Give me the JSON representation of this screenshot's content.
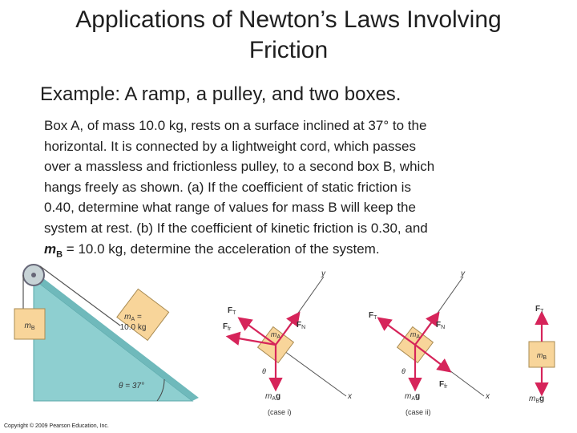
{
  "slide": {
    "title_line1": "Applications of Newton’s Laws Involving",
    "title_line2": "Friction",
    "subtitle": "Example: A ramp, a pulley, and two boxes.",
    "body_lines": [
      "Box A, of mass 10.0 kg, rests on a surface inclined at 37° to the",
      "horizontal. It is connected by a lightweight cord, which passes",
      "over a massless and frictionless pulley, to a second box B, which",
      "hangs freely as shown. (a) If the coefficient of static friction is",
      "0.40, determine what range of values for mass B will keep the",
      "system at rest. (b) If the coefficient of kinetic friction is 0.30, and"
    ],
    "body_last_line_m": "m",
    "body_last_line_sub": "B",
    "body_last_line_rest": " = 10.0 kg, determine the acceleration of the system.",
    "copyright": "Copyright © 2009 Pearson Education, Inc."
  },
  "figure": {
    "ramp": {
      "box_a_label_line1": "m",
      "box_a_sub": "A",
      "box_a_eq": " =",
      "box_a_mass": "10.0 kg",
      "box_b_label": "m",
      "box_b_sub": "B",
      "angle_label": "θ = 37°"
    },
    "fbd1": {
      "y_axis": "y",
      "x_axis": "x",
      "ft": "F",
      "ft_sub": "T",
      "ffr": "F",
      "ffr_sub": "fr",
      "fn": "F",
      "fn_sub": "N",
      "box_label": "m",
      "box_sub": "A",
      "theta": "θ",
      "weight": "m",
      "weight_sub": "A",
      "weight_g": "g",
      "case": "(case i)"
    },
    "fbd2": {
      "y_axis": "y",
      "x_axis": "x",
      "ft": "F",
      "ft_sub": "T",
      "ffr": "F",
      "ffr_sub": "fr",
      "fn": "F",
      "fn_sub": "N",
      "box_label": "m",
      "box_sub": "A",
      "theta": "θ",
      "weight": "m",
      "weight_sub": "A",
      "weight_g": "g",
      "case": "(case ii)"
    },
    "fbd3": {
      "ft": "F",
      "ft_sub": "T",
      "box_label": "m",
      "box_sub": "B",
      "weight": "m",
      "weight_sub": "B",
      "weight_g": "g"
    },
    "colors": {
      "ramp": "#8ecfd0",
      "box": "#f8d59a",
      "arrow": "#d6245a",
      "axis": "#555555"
    }
  }
}
